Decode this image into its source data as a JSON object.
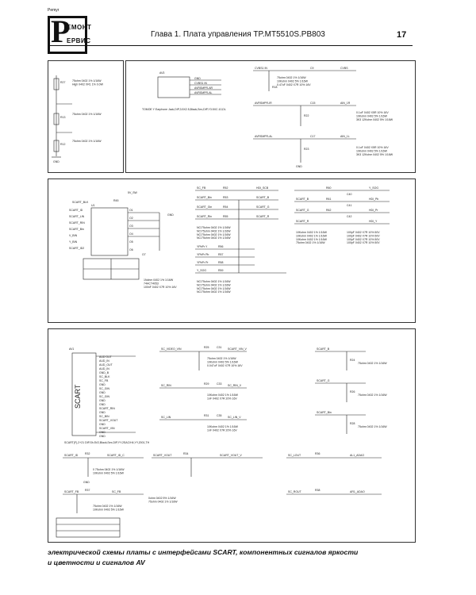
{
  "header": {
    "logo_letter": "Р",
    "logo_word1": "ЕМОНТ",
    "logo_word2": "ЕРВИС",
    "logo_brand": "Pemyr",
    "title": "Глава 1. Плата управления TP.MT5510S.PB803",
    "page_number": "17"
  },
  "panel1": {
    "left": {
      "r1": "R27",
      "r1_note": "75ohm 0402 1% 1/16W\nHigh 0402 XR1 1%   0.0W",
      "r2": "R13",
      "r2_note": "75ohm 0402 1% 1/16W",
      "r3": "R12",
      "r3_note": "75ohm 0402 1% 1/16W",
      "gnd": "GND"
    },
    "jack": {
      "ref": "AV3",
      "pins": [
        "GND",
        "CVBS1 IN",
        "AVRSMPR-AR",
        "AVRSMPR-AL"
      ],
      "note": "TOMOE Y Earphone Jack,DIP,3.5X2.5,Black,Sex,DIP,Y3.5XC.10,DL"
    },
    "right": {
      "net1": "CVBS1 IN",
      "c1": "C9",
      "net1_out": "CVBS",
      "c1_note": "75ohm 0402 1%  1/16W\n10Kohm 0402 5% 1/16W\n0.47uF 0402 X7R 10%  16V",
      "r1": "R18",
      "net2": "AVRSMPR-IR",
      "c2": "C15",
      "net2_out": "AIN_1R",
      "c2_note": "0.1uF 0402 X5R 10%   16V\n10Kohm 0402 5%  1/16W\n3K3 12Kohm 0402 5%  1/16W",
      "r2": "R22",
      "net3": "AVRSMPR-AL",
      "c3": "C17",
      "net3_out": "AIN_1L",
      "c3_note": "0.1uF 0402 X5R 10%  16V\n10Kohm 0402 5%  1/16W\n3K3 12Kohm 0402 5%  1/16W",
      "r3": "R23",
      "gnd": "GND"
    }
  },
  "panel2": {
    "ic": {
      "ref": "U1",
      "pins_left": [
        "SCART_ID",
        "SCART_LIN",
        "SCART_RIN",
        "SCART_Bin",
        "V_BIN",
        "Y_BIN",
        "SCART_ID2"
      ],
      "pins_right": [
        "O1",
        "O2",
        "O3",
        "O4",
        "O5",
        "O6",
        "O7"
      ],
      "net_top": "SCART_BLK",
      "resistor": "R45",
      "vcc": "5V_SW",
      "note": "1Nohm 0402 1%  1/16W\n74HCT4053\n100nF 0402 X7R 10%  16V",
      "gnd": "GND"
    },
    "center": {
      "nets_in": [
        "SC_FB",
        "SCART_Bin",
        "SCART_Gin",
        "SCART_Rin"
      ],
      "nets_out": [
        "HDI_SCB",
        "SCART_B",
        "SCART_G",
        "SCART_R"
      ],
      "res": [
        "R52",
        "R53",
        "R54",
        "R55"
      ],
      "notes": "NC/75ohm 0402 1%  1/16W\nNC/75ohm 0402 1%  1/16W\nNC/75ohm 0402 1%  1/16W\nNC/75ohm 0402 1%  1/16W",
      "nets_low": [
        "YPbPr Y",
        "YPbPr Pb",
        "YPbPr Pr",
        "Y_SOG"
      ],
      "res_low": [
        "R56",
        "R57",
        "R58",
        "R59"
      ],
      "notes_low": "NC/75ohm 0402 1%  1/16W\nNC/75ohm 0402 1%  1/16W\nNC/75ohm 0402 1%  1/16W\nNC/75ohm 0402 1%  1/16W"
    },
    "right": {
      "nets_in": [
        "SCART_B",
        "SCART_G",
        "SCART_R"
      ],
      "nets_out": [
        "Y_SOG",
        "HDI_Pb",
        "HDI_Pr",
        "HDI_Y"
      ],
      "res": [
        "R60",
        "R61",
        "R62"
      ],
      "caps": [
        "C40",
        "C41",
        "C42"
      ],
      "notes_a": "10Kohm 0402 1%  1/16W\n10Kohm 0402 1%  1/16W\n10Kohm 0402 1%  1/16W\n75ohm 0402 1%  1/16W",
      "notes_b": "100pF 0402 X7R 10%  50V\n100pF 0402 X7R 10%  50V\n100pF 0402 X7R 10%  50V\n100pF 0402 X7R 10%  50V"
    }
  },
  "panel3": {
    "scart": {
      "ref": "AV1",
      "label": "SCART",
      "pins": [
        "AUD OUT",
        "AUD_IN",
        "AUD_OUT",
        "AUD_IN",
        "GND_B",
        "SC_BLK",
        "SC_FB",
        "GND",
        "SC_GIN",
        "GND",
        "SC_GIN",
        "GND",
        "GND",
        "SCART_RIN",
        "GND",
        "SC_BIN",
        "SCART_VOUT",
        "GND",
        "SCART_VIN",
        "GND",
        "GND"
      ],
      "note": "SCART(F),2+21 DIP,Sh.5V2,Black,Sex,DIP,YY.2SAC/H4,YY,2001,TH"
    },
    "blocks_top": [
      {
        "net": "SC_VIDEO_VIN",
        "out": "SCART_VIN_V",
        "res": "R25",
        "cap": "C31",
        "note": "75ohm 0402 1%  1/16W\n10Kohm 0402 5% 1/16W\n0.047uF 0402 X7R 10%  16V"
      },
      {
        "net": "SC_RIN",
        "out": "SC_RIN_V",
        "res": "R29",
        "cap": "C33",
        "note": "10Kohm 0402 1%  1/16W\n1nF 0402 X7R 20%  16V"
      },
      {
        "net": "SC_LIN",
        "out": "SC_LIN_V",
        "res": "R31",
        "cap": "C35",
        "note": "10Kohm 0402 1%  1/16W\n1nF 0402 X7R 20%  16V"
      }
    ],
    "blocks_right": [
      {
        "net": "SCART_B",
        "res": "R24",
        "note": "75ohm 0402 1%  1/16W"
      },
      {
        "net": "SCART_G",
        "res": "R26",
        "note": "75ohm 0402 1%  1/16W"
      },
      {
        "net": "SCART_Bin",
        "res": "R28",
        "note": "75ohm 0402 1%  1/16W"
      }
    ],
    "blocks_bottom": [
      {
        "net": "SCART_ID",
        "out": "SCART_ID_C",
        "res": "R32",
        "note": "0 75ohm 0402 1%  1/16W\n10Kohm 0402 5%  1/16W",
        "gnd": "GND"
      },
      {
        "net": "SCART_VOUT",
        "out": "SCART_VOUT_V",
        "res": "R34",
        "note": "0ohm 0402 5%  1/16W\n75ohm 0402 1%  1/16W"
      },
      {
        "net": "SC_LOUT",
        "out": "AL1_ADAO",
        "res": "R36",
        "note": ""
      },
      {
        "net": "SCART_FB",
        "out": "SC_FB",
        "res": "R37",
        "note": "75ohm 0402 1%  1/16W\n10Kohm 0402 5%  1/16W"
      },
      {
        "net": "SC_ROUT",
        "out": "AR1_ADAO",
        "res": "R38",
        "note": ""
      }
    ]
  },
  "caption": {
    "line1": "электрической схемы платы с интерфейсами SCART, компонентных сигналов яркости",
    "line2": "и цветности и сигналов AV"
  }
}
